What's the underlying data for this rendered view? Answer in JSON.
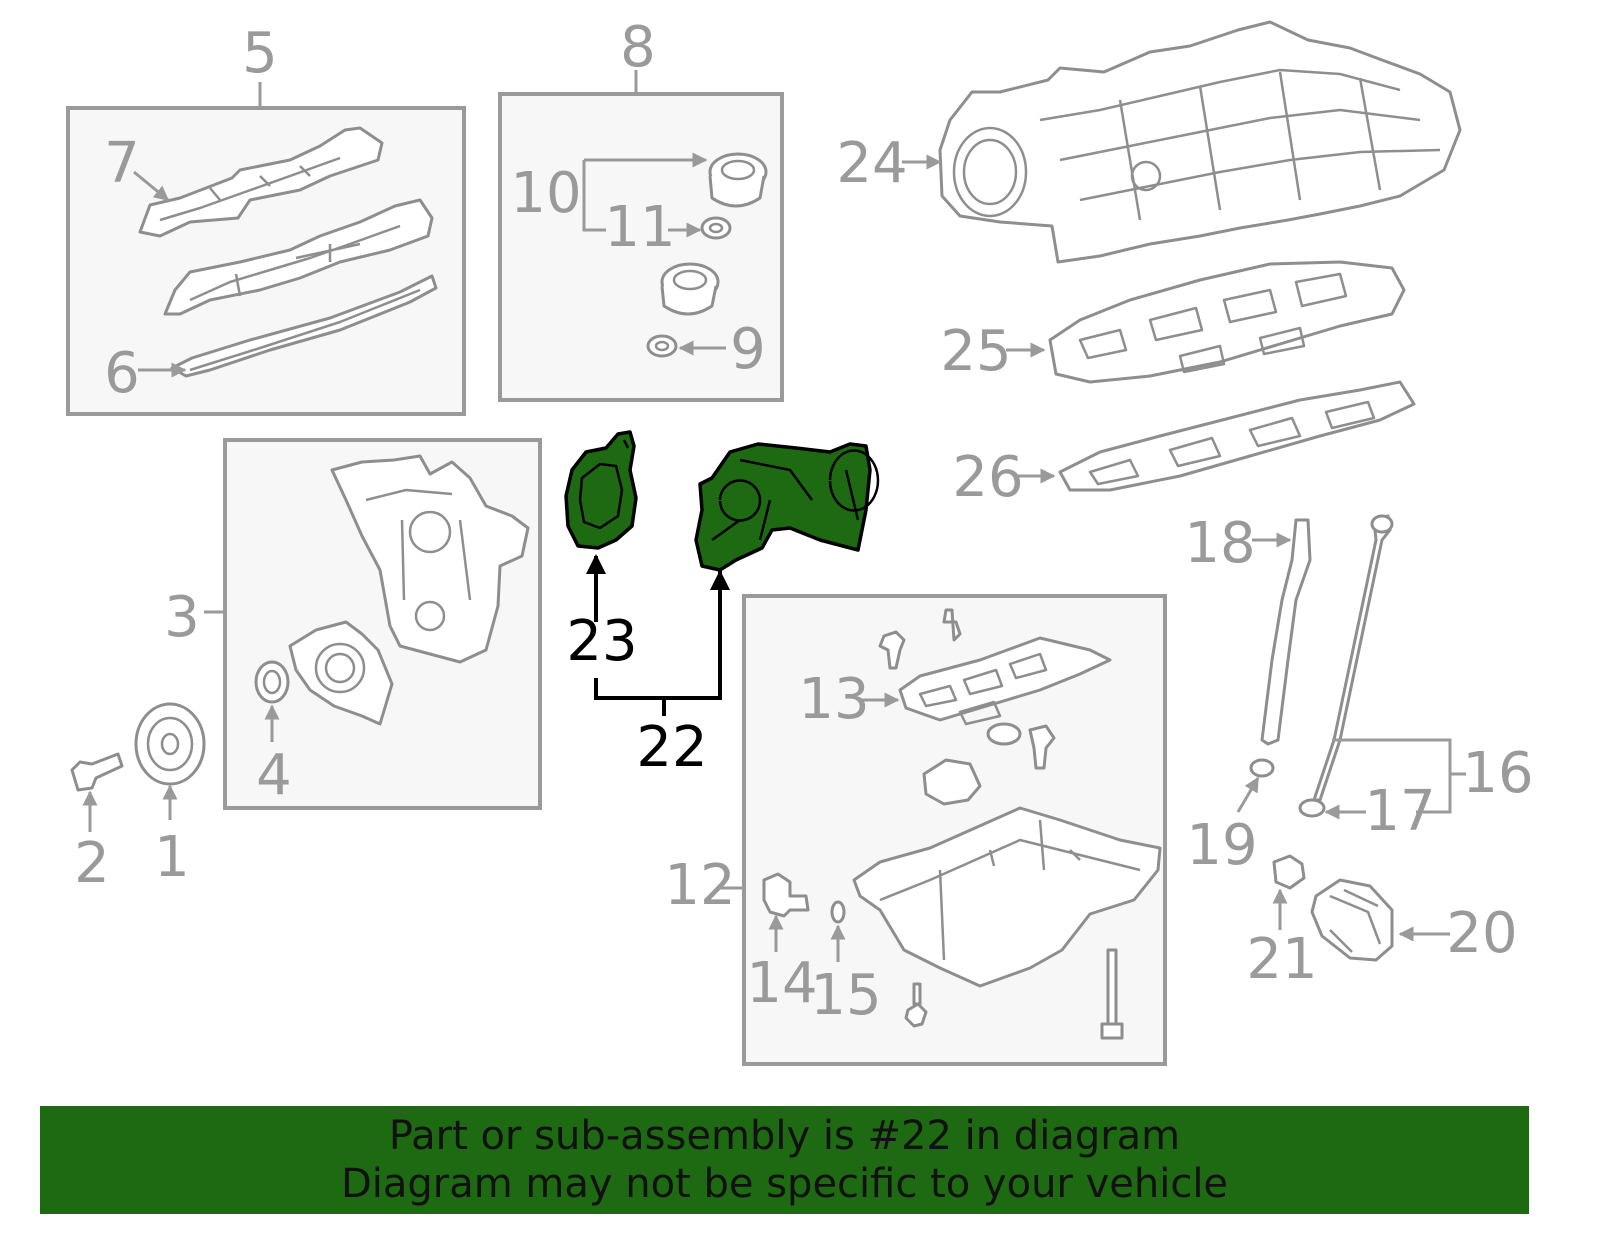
{
  "labels": {
    "n1": "1",
    "n2": "2",
    "n3": "3",
    "n4": "4",
    "n5": "5",
    "n6": "6",
    "n7": "7",
    "n8": "8",
    "n9": "9",
    "n10": "10",
    "n11": "11",
    "n12": "12",
    "n13": "13",
    "n14": "14",
    "n15": "15",
    "n16": "16",
    "n17": "17",
    "n18": "18",
    "n19": "19",
    "n20": "20",
    "n21": "21",
    "n22": "22",
    "n23": "23",
    "n24": "24",
    "n25": "25",
    "n26": "26"
  },
  "banner": {
    "line1": "Part or sub-assembly is #22 in diagram",
    "line2": "Diagram may not be specific to your vehicle"
  },
  "colors": {
    "highlight": "#1e6a12",
    "outline": "#9a9a9a",
    "box_fill": "#f7f7f7"
  },
  "highlighted_part": "22"
}
